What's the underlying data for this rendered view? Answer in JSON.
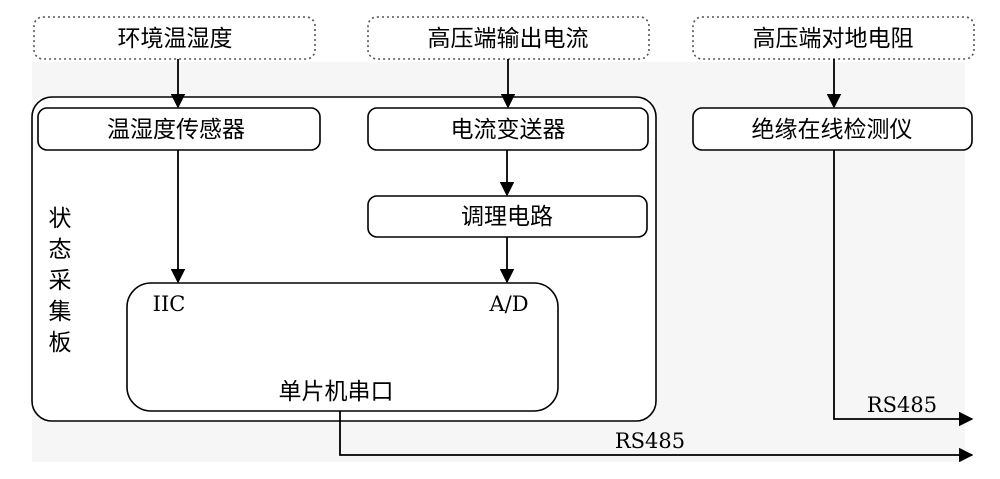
{
  "inputs": {
    "environment": "环境温湿度",
    "hv_current": "高压端输出电流",
    "hv_ground_resistance": "高压端对地电阻"
  },
  "blocks": {
    "th_sensor": "温湿度传感器",
    "current_transmitter": "电流变送器",
    "conditioning": "调理电路",
    "insulation_monitor": "绝缘在线检测仪",
    "mcu": "单片机串口"
  },
  "ports": {
    "iic": "IIC",
    "adc": "A/D"
  },
  "board_label": [
    "状",
    "态",
    "采",
    "集",
    "板"
  ],
  "bus": {
    "upper": "RS485",
    "lower": "RS485"
  }
}
